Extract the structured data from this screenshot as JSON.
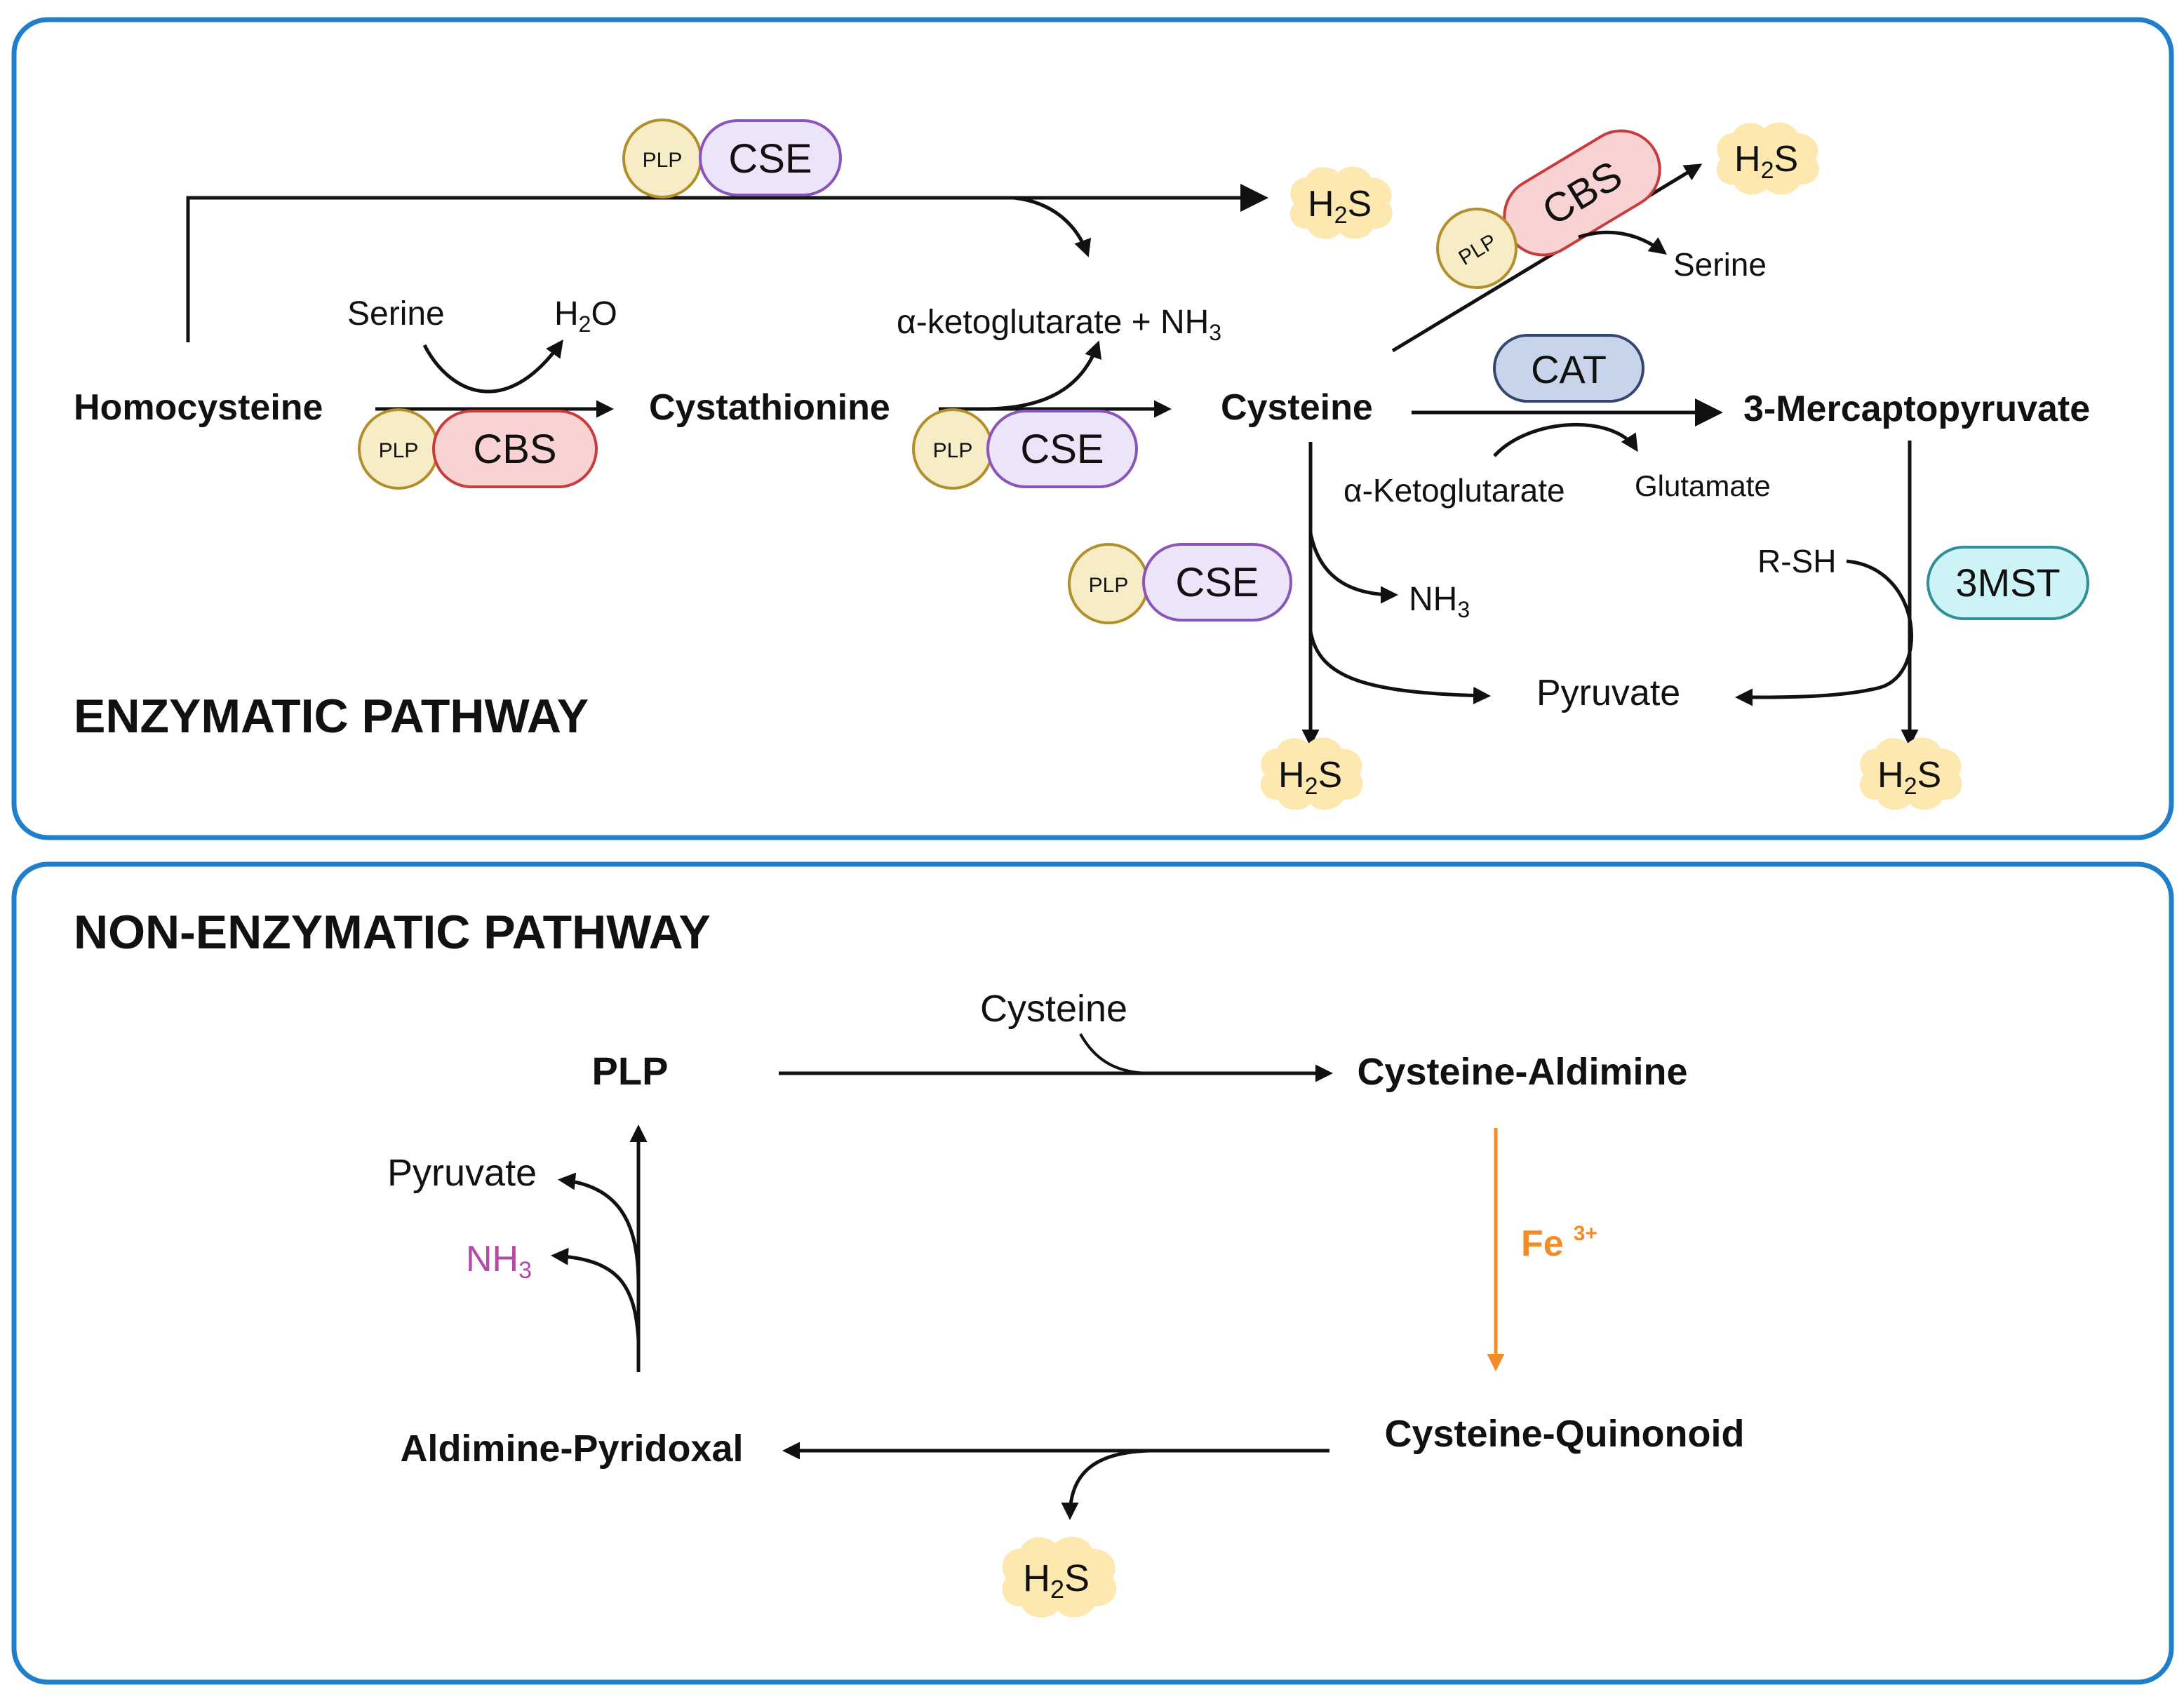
{
  "sections": {
    "enzymatic_title": "ENZYMATIC PATHWAY",
    "nonenzymatic_title": "NON-ENZYMATIC PATHWAY"
  },
  "metabolites": {
    "homocysteine": "Homocysteine",
    "cystathionine": "Cystathionine",
    "cysteine": "Cysteine",
    "mercaptopyruvate": "3-Mercaptopyruvate",
    "serine_in": "Serine",
    "water": "H",
    "water_sub": "2",
    "water_tail": "O",
    "akg_nh3": "α-ketoglutarate + NH",
    "akg_nh3_sub": "3",
    "serine_out": "Serine",
    "akg2": "α-Ketoglutarate",
    "glutamate": "Glutamate",
    "nh3": "NH",
    "nh3_sub": "3",
    "pyruvate": "Pyruvate",
    "rsh": "R-SH"
  },
  "h2s": {
    "h": "H",
    "sub": "2",
    "s": "S"
  },
  "enzymes": {
    "plp": "PLP",
    "cbs": "CBS",
    "cse": "CSE",
    "cat": "CAT",
    "mst": "3MST"
  },
  "nonenzymatic": {
    "plp": "PLP",
    "cysteine_in": "Cysteine",
    "cysteine_aldimine": "Cysteine-Aldimine",
    "fe": "Fe",
    "fe_sup": "3+",
    "cysteine_quinonoid": "Cysteine-Quinonoid",
    "aldimine_pyridoxal": "Aldimine-Pyridoxal",
    "pyruvate": "Pyruvate",
    "nh3": "NH",
    "nh3_sub": "3"
  },
  "colors": {
    "panel_border": "#1f7fcb",
    "cbs": "#f9d3d3",
    "cse": "#ece4f8",
    "plp": "#f6edc6",
    "cat": "#c7d4ea",
    "mst": "#cdf3f6",
    "h2s_cloud": "#fde9b0",
    "fe_orange": "#f28c28",
    "nh3_magenta": "#b24aa8"
  }
}
